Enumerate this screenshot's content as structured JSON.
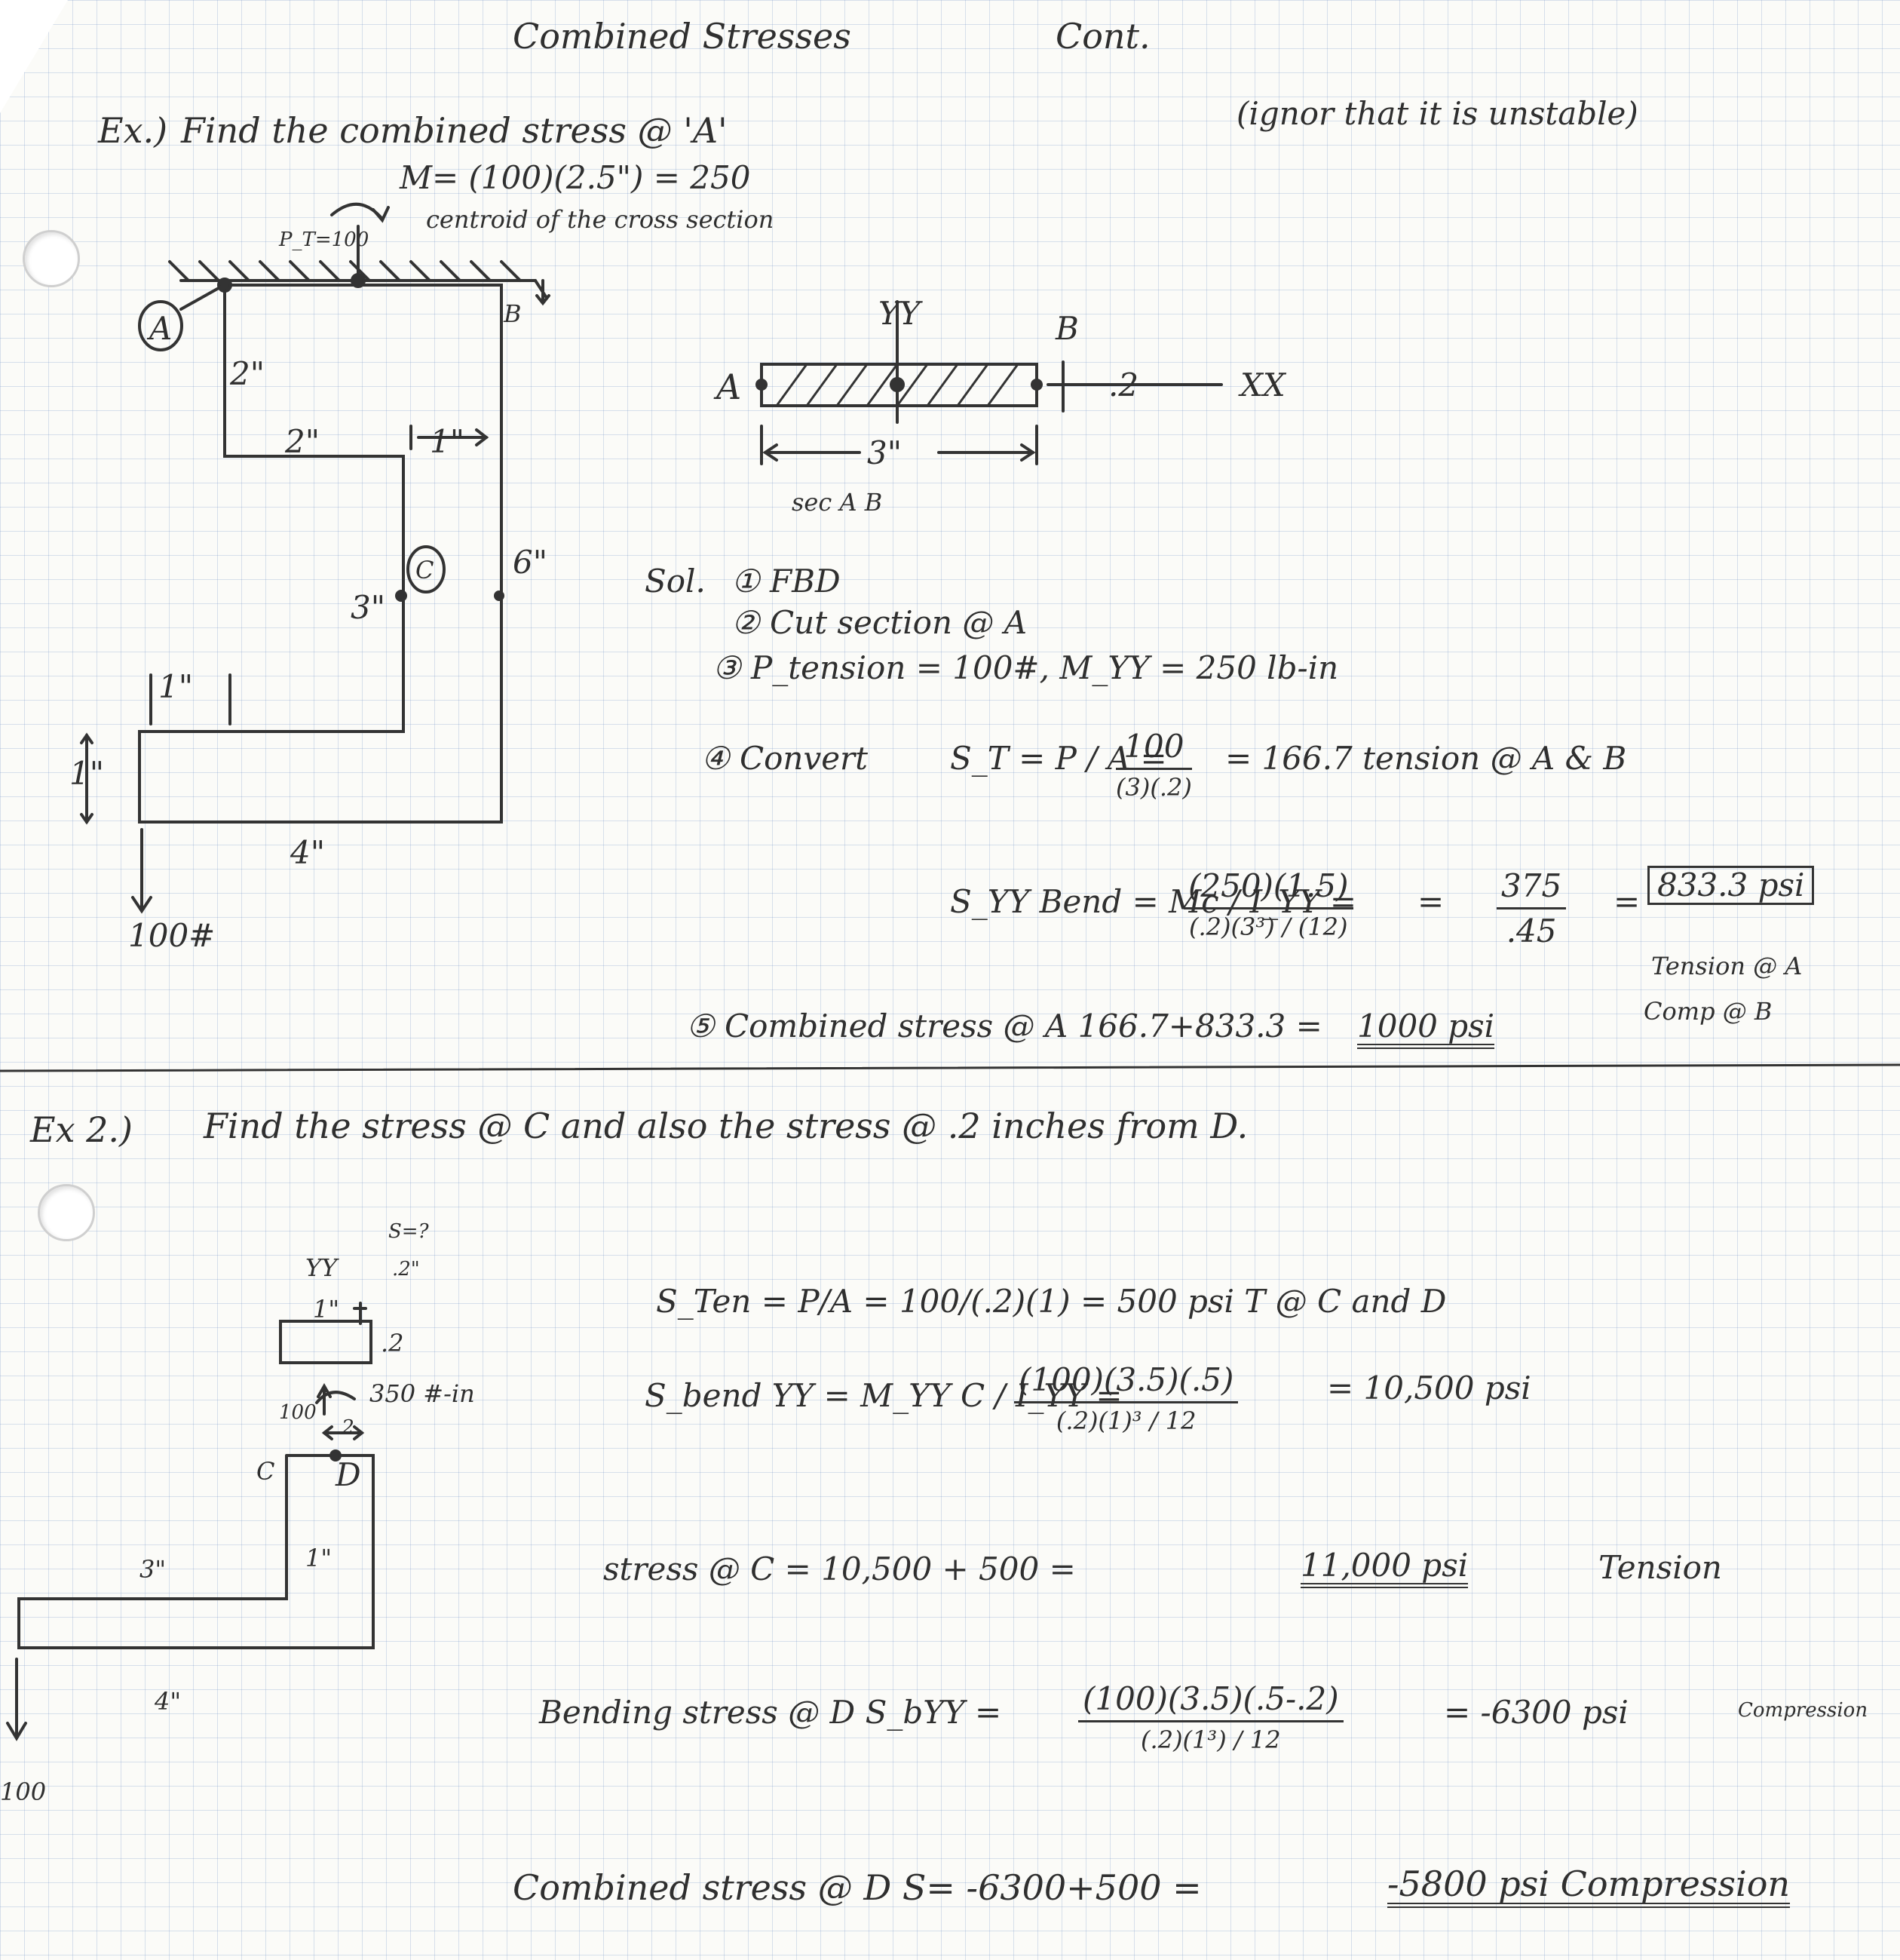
{
  "header": {
    "title": "Combined Stresses",
    "title_cont": "Cont."
  },
  "ex1": {
    "label": "Ex.)",
    "prompt": "Find the combined stress @ 'A'",
    "note": "(ignor that it is unstable)",
    "moment_eq": "M= (100)(2.5\") = 250",
    "force_label": "P_T=100",
    "centroid_note": "centroid of the cross section",
    "dims": {
      "d2a": "2\"",
      "d2b": "2\"",
      "d1a": "1\"",
      "d3": "3\"",
      "d6": "6\"",
      "d1b": "1\"",
      "d1c": "1\"",
      "d4": "4\""
    },
    "point_a": "A",
    "point_b": "B",
    "point_c": "C",
    "load": "100#",
    "section": {
      "yy": "YY",
      "xx": "XX",
      "a": "A",
      "b": "B",
      "thick": ".2",
      "width": "3\"",
      "caption": "sec A B"
    },
    "solution": {
      "sol": "Sol.",
      "s1": "① FBD",
      "s2": "② Cut section @ A",
      "s3": "③ P_tension = 100#,  M_YY = 250 lb-in",
      "s4": "④ Convert",
      "st_lhs": "S_T = P / A =",
      "st_num": "100",
      "st_den": "(3)(.2)",
      "st_res": "= 166.7 tension @ A & B",
      "sb_lhs": "S_YY Bend = Mc / I_YY =",
      "sb_num": "(250)(1.5)",
      "sb_den": "(.2)(3³) / (12)",
      "sb_mid_num": "375",
      "sb_mid_den": ".45",
      "sb_res": "833.3 psi",
      "tension_note": "Tension @ A",
      "comp_note": "Comp @ B",
      "s5": "⑤ Combined stress @ A  166.7+833.3 =",
      "s5_res": "1000 psi"
    }
  },
  "ex2": {
    "label": "Ex 2.)",
    "prompt": "Find the stress @ C and also the stress @ .2 inches from D.",
    "diagram": {
      "yy": "YY",
      "s_q": "S=?",
      "d02": ".2\"",
      "d1": "1\"",
      "thick": ".2",
      "force": "100",
      "moment": "350 #-in",
      "small": ".2",
      "c": "C",
      "d": "D",
      "d3": "3\"",
      "d1b": "1\"",
      "d4": "4\"",
      "load": "100"
    },
    "s_ten": "S_Ten = P/A = 100/(.2)(1) = 500 psi  T @ C and D",
    "s_bend_lhs": "S_bend YY = M_YY C / I_YY =",
    "s_bend_num": "(100)(3.5)(.5)",
    "s_bend_den": "(.2)(1)³ / 12",
    "s_bend_res": "= 10,500 psi",
    "stress_c": "stress @ C = 10,500 + 500 =",
    "stress_c_res": "11,000 psi",
    "stress_c_type": "Tension",
    "bend_d_lhs": "Bending stress @ D   S_bYY =",
    "bend_d_num": "(100)(3.5)(.5-.2)",
    "bend_d_den": "(.2)(1³) / 12",
    "bend_d_res": "= -6300 psi",
    "bend_d_type": "Compression",
    "combined_d": "Combined stress @ D    S= -6300+500 =",
    "combined_d_res": "-5800 psi Compression"
  }
}
